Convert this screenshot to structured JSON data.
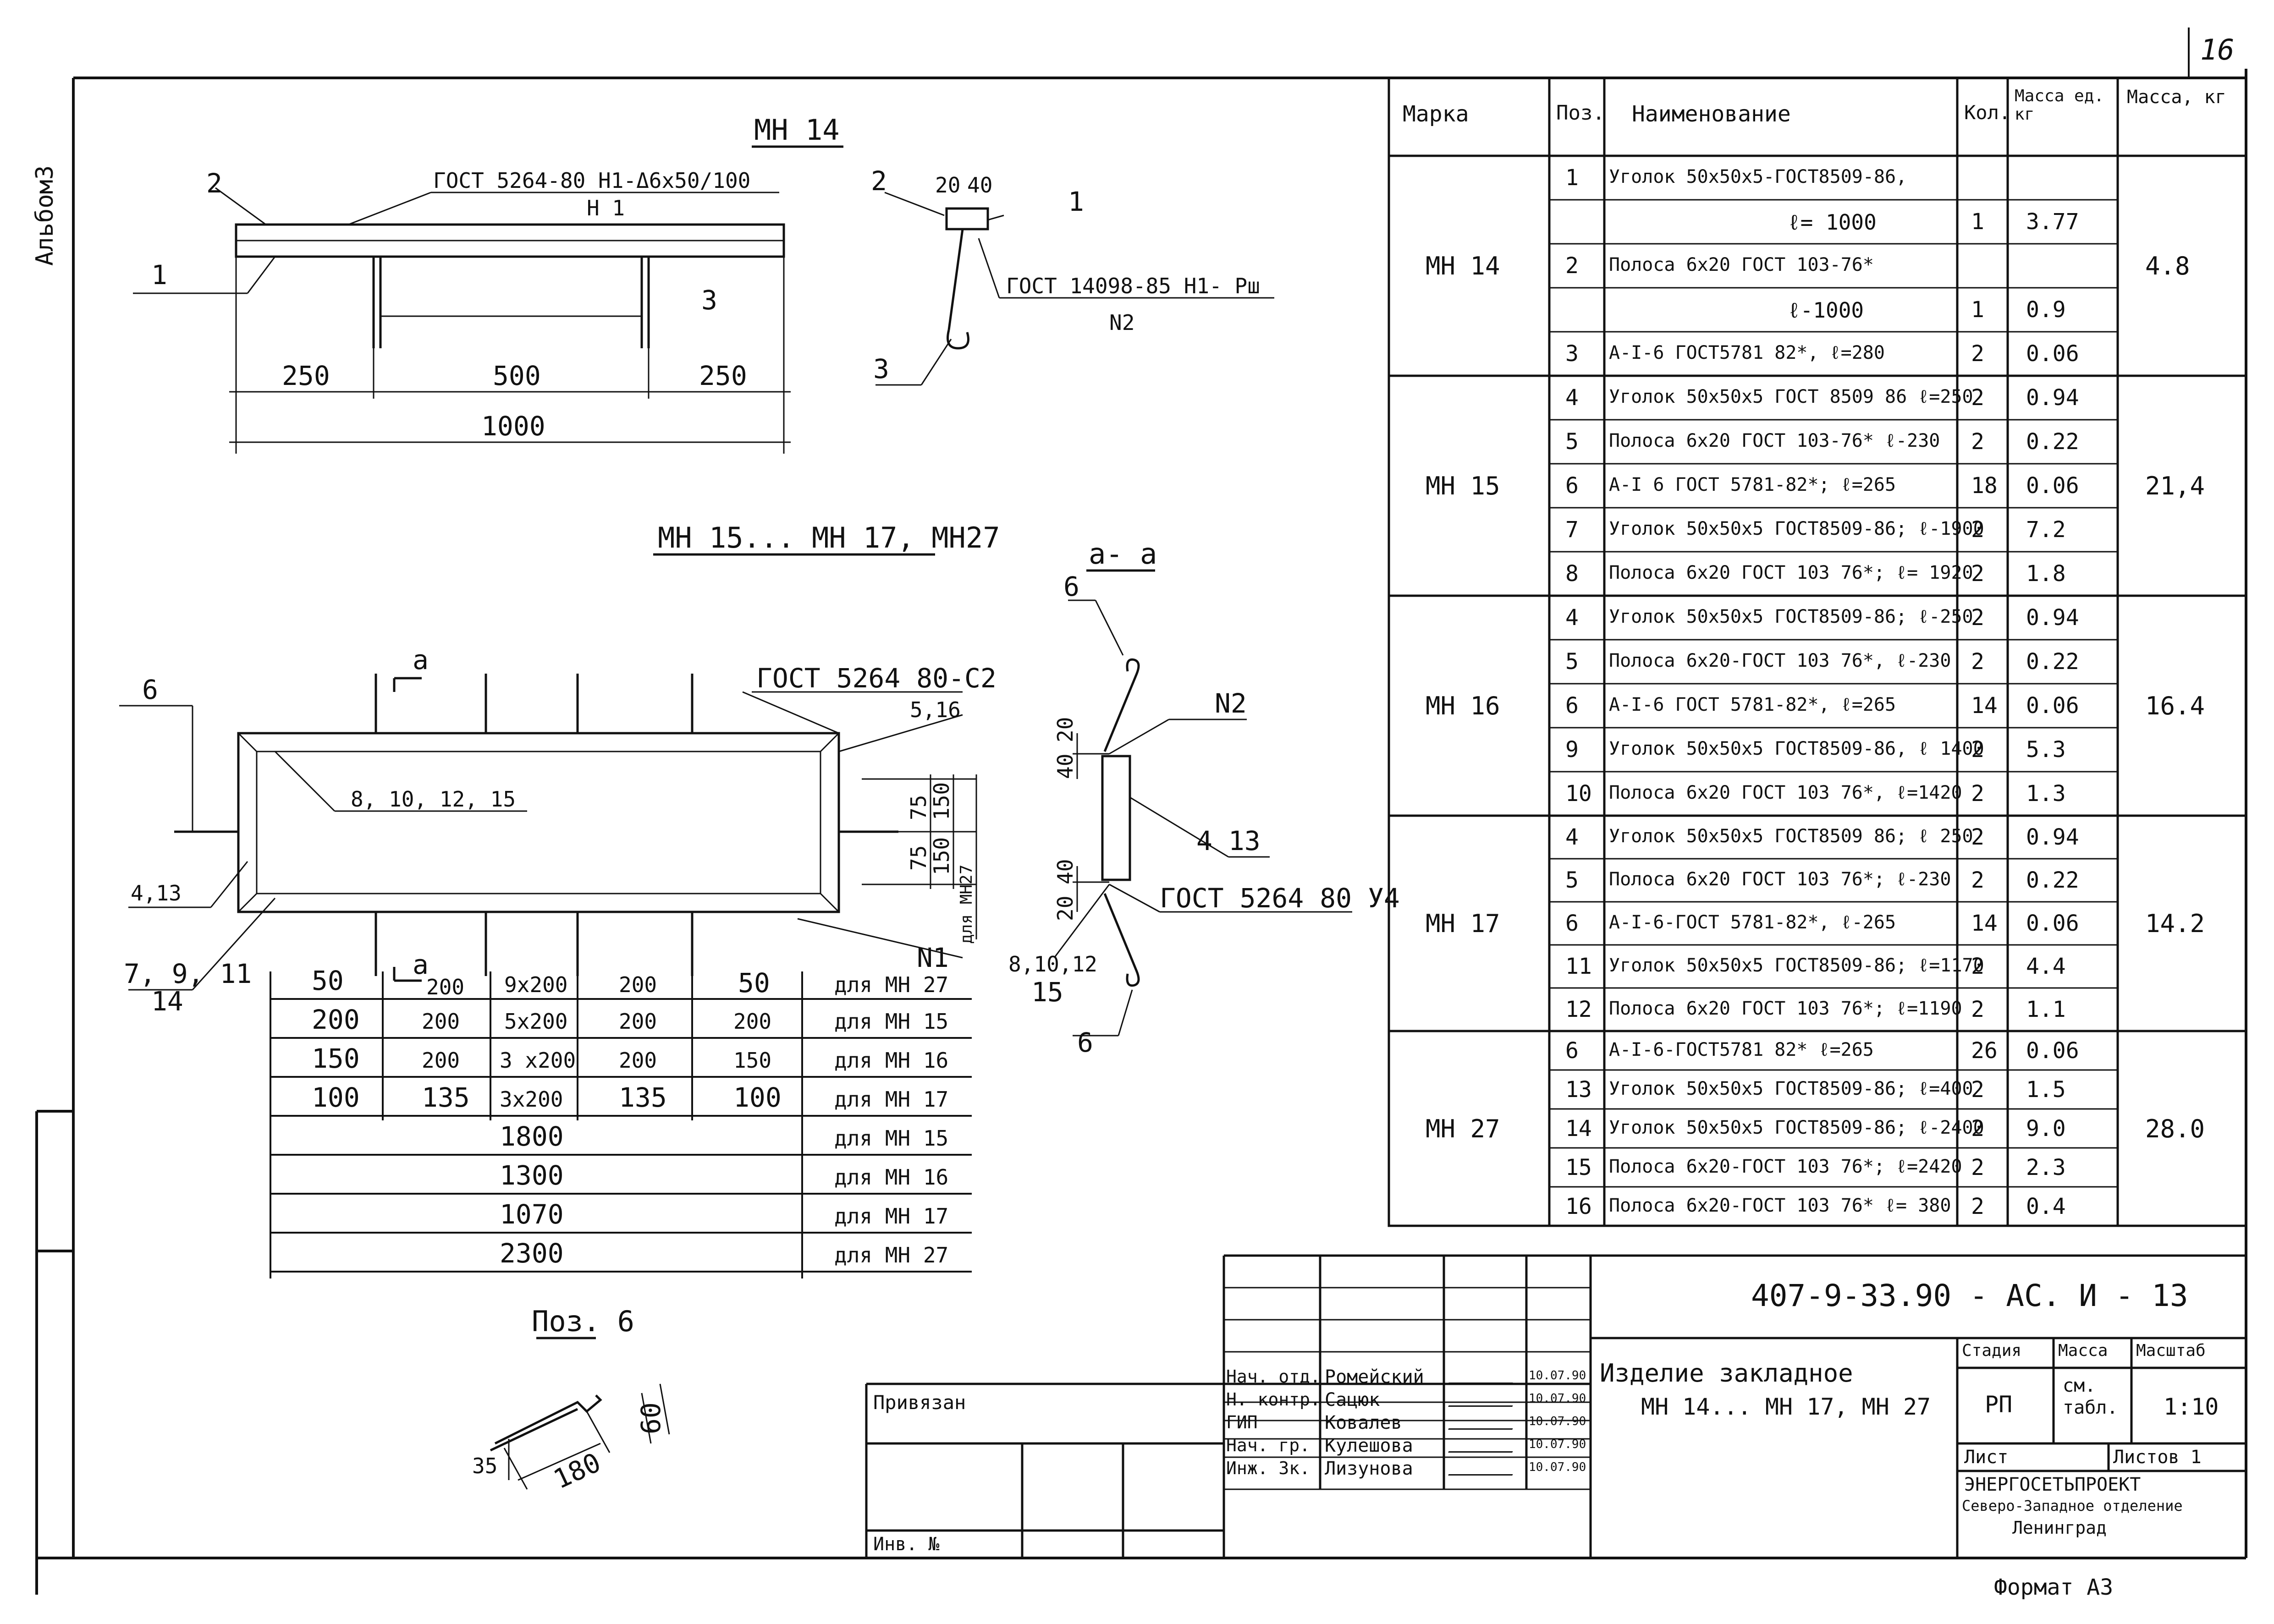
{
  "sheet": {
    "page_number": "16",
    "album": "Альбом3",
    "format": "Формат А3"
  },
  "mn14": {
    "title": "МН 14",
    "std_weld": "ГОСТ 5264-80 Н1-Δ6х50/100",
    "weld_n1": "Н 1",
    "std_weld2": "ГОСТ 14098-85 Н1- Рш",
    "weld_n2": "N2",
    "dim_250a": "250",
    "dim_500": "500",
    "dim_250b": "250",
    "dim_1000": "1000",
    "pos1": "1",
    "pos2": "2",
    "pos3": "3",
    "sec_dim_20": "20",
    "sec_dim_40": "40",
    "sec_pos2": "2",
    "sec_pos1": "1",
    "sec_pos3": "3"
  },
  "mn15": {
    "title": "МН 15... МН 17, МН27",
    "std_weld": "ГОСТ 5264 80-С2",
    "label_516": "5,16",
    "label_810": "8, 10, 12, 15",
    "label_413": "4,13",
    "label_79": "7, 9, 11",
    "label_14": "14",
    "label_6": "6",
    "label_n1": "N1",
    "section_mark": "а",
    "dim_75a": "75",
    "dim_75b": "75",
    "dim_150a": "150",
    "dim_150b": "150",
    "for_mn27": "для МН27"
  },
  "dim_table": {
    "rows": [
      {
        "c1": "50",
        "c2": "200",
        "c3": "9х200",
        "c4": "200",
        "c5": "50",
        "note": "для МН 27"
      },
      {
        "c1": "200",
        "c2": "200",
        "c3": "5х200",
        "c4": "200",
        "c5": "200",
        "note": "для МН 15"
      },
      {
        "c1": "150",
        "c2": "200",
        "c3": "3 х200",
        "c4": "200",
        "c5": "150",
        "note": "для МН 16"
      },
      {
        "c1": "100",
        "c2": "135",
        "c3": "3х200",
        "c4": "135",
        "c5": "100",
        "note": "для МН 17"
      }
    ],
    "totals": [
      {
        "value": "1800",
        "note": "для МН 15"
      },
      {
        "value": "1300",
        "note": "для МН 16"
      },
      {
        "value": "1070",
        "note": "для МН 17"
      },
      {
        "value": "2300",
        "note": "для МН 27"
      }
    ]
  },
  "section_aa": {
    "title": "а- а",
    "pos6a": "6",
    "n2": "N2",
    "dim_40": "40",
    "dim_20": "20",
    "pos413": "4 13",
    "dim_20b": "20",
    "dim_40b": "40",
    "std": "ГОСТ 5264 80 У4",
    "pos810": "8,10,12",
    "pos15": "15",
    "pos6b": "6"
  },
  "pos6": {
    "title": "Поз. 6",
    "dim_60": "60",
    "dim_35": "35",
    "dim_180": "180"
  },
  "spec": {
    "headers": [
      "Марка",
      "Поз.",
      "Наименование",
      "Кол.",
      "Масса ед. кг",
      "Масса, кг"
    ],
    "groups": [
      {
        "mark": "МН 14",
        "total": "4.8",
        "rows": [
          {
            "pos": "1",
            "name": "Уголок 50х50х5-ГОСТ8509-86,",
            "qty": "",
            "mass": ""
          },
          {
            "pos": "",
            "name": "ℓ= 1000",
            "qty": "1",
            "mass": "3.77"
          },
          {
            "pos": "2",
            "name": "Полоса 6х20 ГОСТ 103-76*",
            "qty": "",
            "mass": ""
          },
          {
            "pos": "",
            "name": "ℓ-1000",
            "qty": "1",
            "mass": "0.9"
          },
          {
            "pos": "3",
            "name": "А-I-6 ГОСТ5781 82*, ℓ=280",
            "qty": "2",
            "mass": "0.06"
          }
        ]
      },
      {
        "mark": "МН 15",
        "total": "21,4",
        "rows": [
          {
            "pos": "4",
            "name": "Уголок 50х50х5 ГОСТ 8509 86 ℓ=250",
            "qty": "2",
            "mass": "0.94"
          },
          {
            "pos": "5",
            "name": "Полоса 6х20 ГОСТ 103-76* ℓ-230",
            "qty": "2",
            "mass": "0.22"
          },
          {
            "pos": "6",
            "name": "А-I 6 ГОСТ 5781-82*; ℓ=265",
            "qty": "18",
            "mass": "0.06"
          },
          {
            "pos": "7",
            "name": "Уголок 50х50х5 ГОСТ8509-86; ℓ-1900",
            "qty": "2",
            "mass": "7.2"
          },
          {
            "pos": "8",
            "name": "Полоса 6х20 ГОСТ 103 76*; ℓ= 1920",
            "qty": "2",
            "mass": "1.8"
          }
        ]
      },
      {
        "mark": "МН 16",
        "total": "16.4",
        "rows": [
          {
            "pos": "4",
            "name": "Уголок 50х50х5 ГОСТ8509-86; ℓ-250",
            "qty": "2",
            "mass": "0.94"
          },
          {
            "pos": "5",
            "name": "Полоса 6х20-ГОСТ 103 76*, ℓ-230",
            "qty": "2",
            "mass": "0.22"
          },
          {
            "pos": "6",
            "name": "А-I-6 ГОСТ 5781-82*, ℓ=265",
            "qty": "14",
            "mass": "0.06"
          },
          {
            "pos": "9",
            "name": "Уголок 50х50х5 ГОСТ8509-86, ℓ 1400",
            "qty": "2",
            "mass": "5.3"
          },
          {
            "pos": "10",
            "name": "Полоса 6х20 ГОСТ 103 76*, ℓ=1420",
            "qty": "2",
            "mass": "1.3"
          }
        ]
      },
      {
        "mark": "МН 17",
        "total": "14.2",
        "rows": [
          {
            "pos": "4",
            "name": "Уголок 50х50х5 ГОСТ8509 86; ℓ 250",
            "qty": "2",
            "mass": "0.94"
          },
          {
            "pos": "5",
            "name": "Полоса 6х20 ГОСТ 103 76*; ℓ-230",
            "qty": "2",
            "mass": "0.22"
          },
          {
            "pos": "6",
            "name": "А-I-6-ГОСТ 5781-82*, ℓ-265",
            "qty": "14",
            "mass": "0.06"
          },
          {
            "pos": "11",
            "name": "Уголок 50х50х5 ГОСТ8509-86; ℓ=1170",
            "qty": "2",
            "mass": "4.4"
          },
          {
            "pos": "12",
            "name": "Полоса 6х20 ГОСТ 103 76*; ℓ=1190",
            "qty": "2",
            "mass": "1.1"
          }
        ]
      },
      {
        "mark": "МН 27",
        "total": "28.0",
        "rows": [
          {
            "pos": "6",
            "name": "А-I-6-ГОСТ5781 82* ℓ=265",
            "qty": "26",
            "mass": "0.06"
          },
          {
            "pos": "13",
            "name": "Уголок 50х50х5 ГОСТ8509-86; ℓ=400",
            "qty": "2",
            "mass": "1.5"
          },
          {
            "pos": "14",
            "name": "Уголок 50х50х5 ГОСТ8509-86; ℓ-2400",
            "qty": "2",
            "mass": "9.0"
          },
          {
            "pos": "15",
            "name": "Полоса 6х20-ГОСТ 103 76*; ℓ=2420",
            "qty": "2",
            "mass": "2.3"
          },
          {
            "pos": "16",
            "name": "Полоса 6х20-ГОСТ 103 76* ℓ= 380",
            "qty": "2",
            "mass": "0.4"
          }
        ]
      }
    ]
  },
  "stamp": {
    "doc_code": "407-9-33.90 - АС. И - 13",
    "title_line1": "Изделие закладное",
    "title_line2": "МН 14... МН 17, МН 27",
    "stage_h": "Стадия",
    "mass_h": "Масса",
    "scale_h": "Масштаб",
    "stage": "РП",
    "mass": "см. табл.",
    "scale": "1:10",
    "sheet_h": "Лист",
    "sheets": "Листов 1",
    "org1": "ЭНЕРГОСЕТЬПРОЕКТ",
    "org2": "Северо-Западное отделение",
    "org3": "Ленинград",
    "linked": "Привязан",
    "inv": "Инв. №",
    "people": [
      {
        "role": "Нач. отд.",
        "name": "Ромейский",
        "date": "10.07.90"
      },
      {
        "role": "Н. контр.",
        "name": "Сацюк",
        "date": "10.07.90"
      },
      {
        "role": "ГИП",
        "name": "Ковалев",
        "date": "10.07.90"
      },
      {
        "role": "Нач. гр.",
        "name": "Кулешова",
        "date": "10.07.90"
      },
      {
        "role": "Инж. 3к.",
        "name": "Лизунова",
        "date": "10.07.90"
      }
    ]
  }
}
